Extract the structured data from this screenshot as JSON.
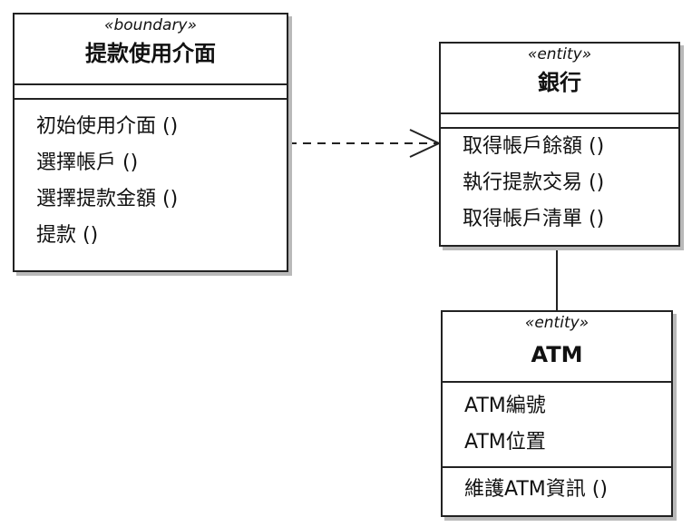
{
  "classes": {
    "withdraw_ui": {
      "stereotype": "«boundary»",
      "name": "提款使用介面",
      "attributes": [],
      "operations": [
        "初始使用介面 ()",
        "選擇帳戶 ()",
        "選擇提款金額 ()",
        "提款 ()"
      ]
    },
    "bank": {
      "stereotype": "«entity»",
      "name": "銀行",
      "attributes": [],
      "operations": [
        "取得帳戶餘額 ()",
        "執行提款交易 ()",
        "取得帳戶清單 ()"
      ]
    },
    "atm": {
      "stereotype": "«entity»",
      "name": "ATM",
      "attributes": [
        "ATM編號",
        "ATM位置"
      ],
      "operations": [
        "維護ATM資訊 ()"
      ]
    }
  },
  "relations": [
    {
      "type": "dependency",
      "from": "提款使用介面",
      "to": "銀行"
    },
    {
      "type": "association",
      "from": "銀行",
      "to": "ATM"
    }
  ]
}
